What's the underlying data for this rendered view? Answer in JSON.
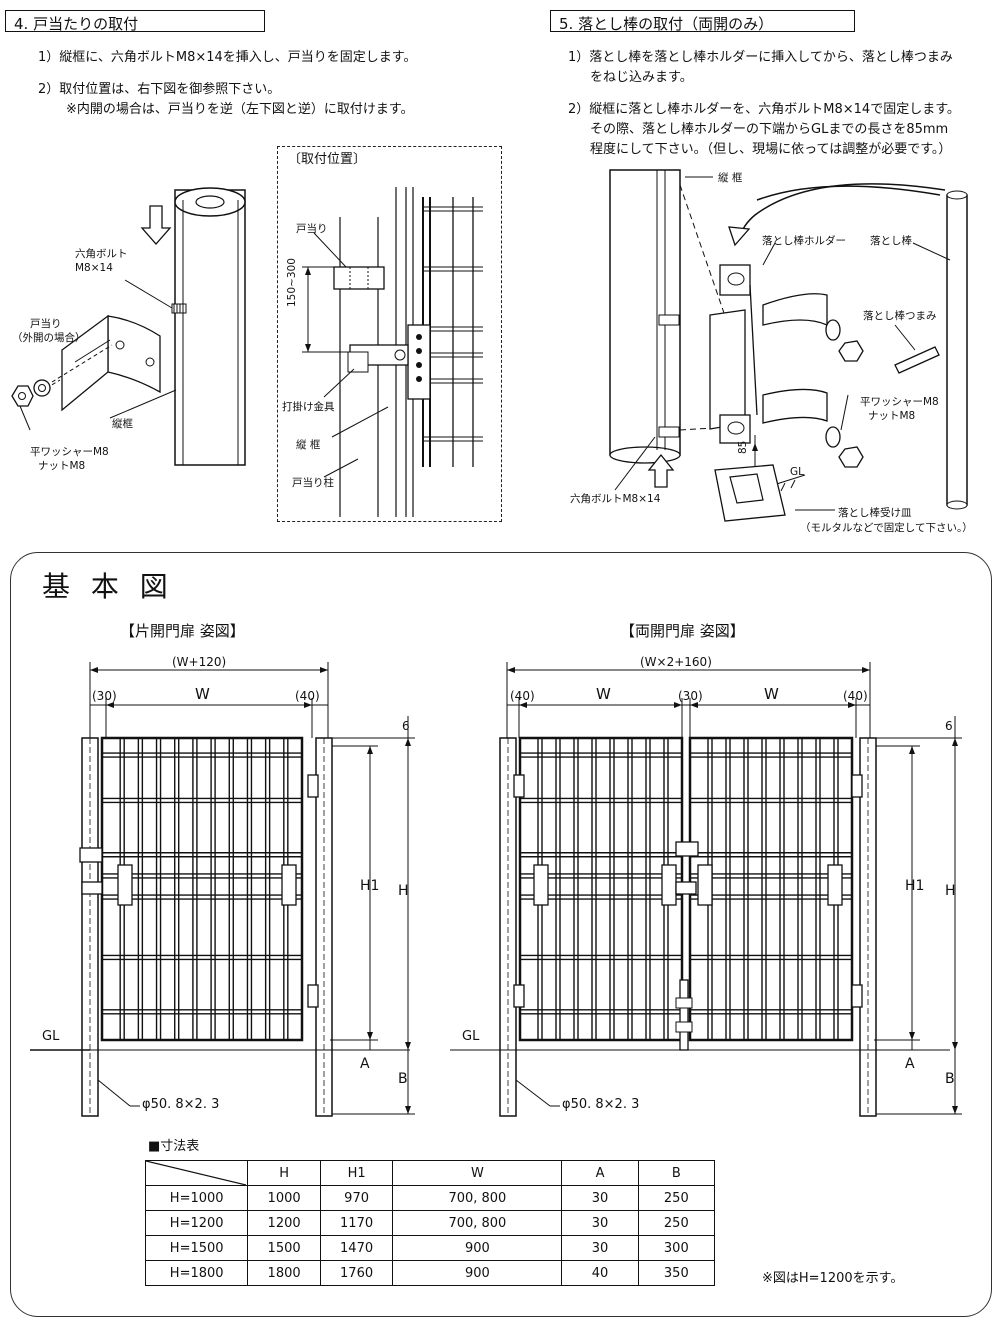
{
  "section4": {
    "title": "4. 戸当たりの取付",
    "steps": [
      "1）縦框に、六角ボルトM8×14を挿入し、戸当りを固定します。",
      "2）取付位置は、右下図を御参照下さい。",
      "※内開の場合は、戸当りを逆（左下図と逆）に取付けます。"
    ],
    "fig_labels": {
      "hex_bolt": "六角ボルト",
      "hex_bolt_size": "M8×14",
      "door_stop": "戸当り",
      "door_stop_note": "（外開の場合）",
      "stile": "縦框",
      "flat_washer": "平ワッシャーM8",
      "nut": "ナットM8"
    },
    "position_box": {
      "title": "〔取付位置〕",
      "door_stop": "戸当り",
      "range": "150~300",
      "latch": "打掛け金具",
      "stile": "縦 框",
      "post": "戸当り柱"
    }
  },
  "section5": {
    "title": "5. 落とし棒の取付（両開のみ）",
    "steps": [
      "1）落とし棒を落とし棒ホルダーに挿入してから、落とし棒つまみ",
      "をねじ込みます。",
      "2）縦框に落とし棒ホルダーを、六角ボルトM8×14で固定します。",
      "その際、落とし棒ホルダーの下端からGLまでの長さを85mm",
      "程度にして下さい。（但し、現場に依っては調整が必要です。）"
    ],
    "fig_labels": {
      "stile": "縦 框",
      "holder": "落とし棒ホルダー",
      "rod": "落とし棒",
      "knob": "落とし棒つまみ",
      "washer": "平ワッシャーM8",
      "nut": "ナットM8",
      "height": "85",
      "gl": "GL",
      "bolt": "六角ボルトM8×14",
      "receiver": "落とし棒受け皿",
      "receiver_note": "（モルタルなどで固定して下さい。）"
    }
  },
  "basic": {
    "title": "基 本 図",
    "single": {
      "title": "【片開門扉  姿図】",
      "overall": "(W+120)",
      "left": "(30)",
      "w": "W",
      "right": "(40)",
      "top_gap": "6",
      "h1": "H1",
      "h": "H",
      "a": "A",
      "b": "B",
      "gl": "GL",
      "pipe": "φ50. 8×2. 3"
    },
    "double": {
      "title": "【両開門扉  姿図】",
      "overall": "(W×2+160)",
      "left": "(40)",
      "w1": "W",
      "mid": "(30)",
      "w2": "W",
      "right": "(40)",
      "top_gap": "6",
      "h1": "H1",
      "h": "H",
      "a": "A",
      "b": "B",
      "gl": "GL",
      "pipe": "φ50. 8×2. 3"
    },
    "table": {
      "title": "■寸法表",
      "headers": [
        "",
        "H",
        "H1",
        "W",
        "A",
        "B"
      ],
      "rows": [
        [
          "H=1000",
          "1000",
          "970",
          "700, 800",
          "30",
          "250"
        ],
        [
          "H=1200",
          "1200",
          "1170",
          "700, 800",
          "30",
          "250"
        ],
        [
          "H=1500",
          "1500",
          "1470",
          "900",
          "30",
          "300"
        ],
        [
          "H=1800",
          "1800",
          "1760",
          "900",
          "40",
          "350"
        ]
      ]
    },
    "note": "※図はH=1200を示す。"
  }
}
